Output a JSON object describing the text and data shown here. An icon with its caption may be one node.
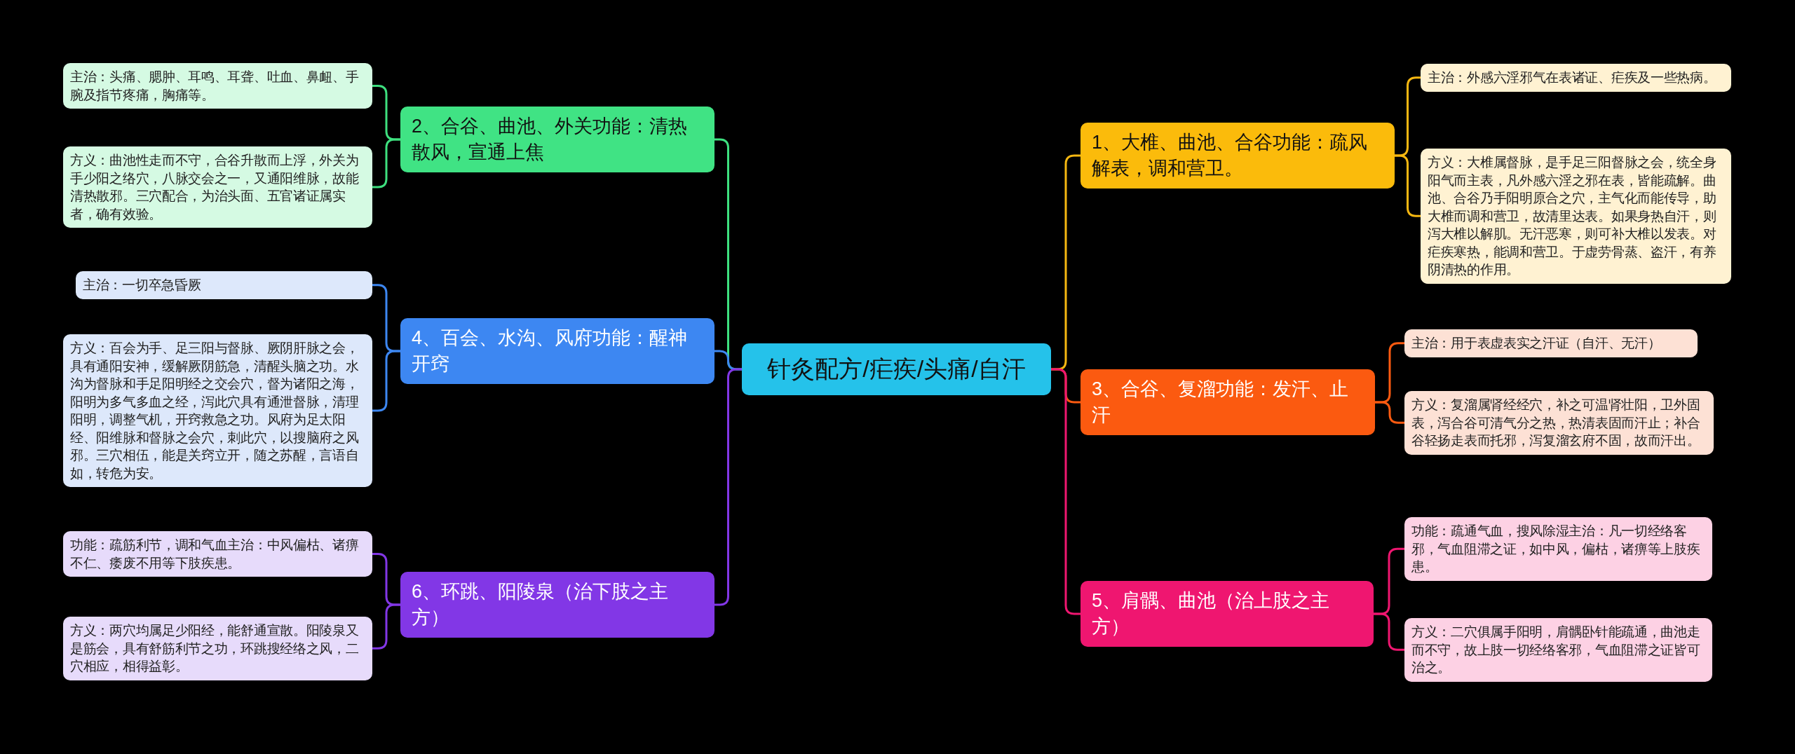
{
  "diagram": {
    "nodes": [
      {
        "text": [
          "针灸配方/疟疾/头痛/自汗"
        ]
      },
      {
        "text": [
          "1、大椎、曲池、合谷功能：疏风解表，调和营卫。"
        ]
      },
      {
        "text": [
          "主治：外感六淫邪气在表诸证、疟疾及一些热病。"
        ]
      },
      {
        "text": [
          "方义：大椎属督脉，是手足三阳督脉之会，统全身阳气而主表，凡外感六淫之邪在表，皆能疏解。曲池、合谷乃手阳明原合之穴，主气化而能传导，助大椎而调和营卫，故清里达表。如果身热自汗，则泻大椎以解肌。无汗恶寒，则可补大椎以发表。对疟疾寒热，能调和营卫。于虚劳骨蒸、盗汗，有养阴清热的作用。"
        ]
      },
      {
        "text": [
          "2、合谷、曲池、外关功能：清热散风，宣通上焦"
        ]
      },
      {
        "text": [
          "主治：头痛、腮肿、耳鸣、耳聋、吐血、鼻衄、手腕及指节疼痛，胸痛等。"
        ]
      },
      {
        "text": [
          "方义：曲池性走而不守，合谷升散而上浮，外关为手少阳之络穴，八脉交会之一，又通阳维脉，故能清热散邪。三穴配合，为治头面、五官诸证属实者，确有效验。"
        ]
      },
      {
        "text": [
          "3、合谷、复溜功能：发汗、止汗"
        ]
      },
      {
        "text": [
          "主治：用于表虚表实之汗证（自汗、无汗）"
        ]
      },
      {
        "text": [
          "方义：复溜属肾经经穴，补之可温肾壮阳，卫外固表，泻合谷可清气分之热，热清表固而汗止；补合谷轻扬走表而托邪，泻复溜玄府不固，故而汗出。"
        ]
      },
      {
        "text": [
          "4、百会、水沟、风府功能：醒神开窍"
        ]
      },
      {
        "text": [
          "主治：一切卒急昏厥"
        ]
      },
      {
        "text": [
          "方义：百会为手、足三阳与督脉、厥阴肝脉之会，具有通阳安神，缓解厥阴筋急，清醒头脑之功。水沟为督脉和手足阳明经之交会穴，督为诸阳之海，阳明为多气多血之经，泻此穴具有通泄督脉，清理阳明，调整气机，开窍救急之功。风府为足太阳经、阳维脉和督脉之会穴，刺此穴，以搜脑府之风邪。三穴相伍，能是关窍立开，随之苏醒，言语自如，转危为安。"
        ]
      },
      {
        "text": [
          "5、肩髃、曲池（治上肢之主方）"
        ]
      },
      {
        "text": [
          "功能：疏通气血，搜风除湿主治：凡一切经络客邪，气血阻滞之证，如中风，偏枯，诸痹等上肢疾患。"
        ]
      },
      {
        "text": [
          "方义：二穴俱属手阳明，肩髃卧针能疏通，曲池走而不守，故上肢一切经络客邪，气血阻滞之证皆可治之。"
        ]
      },
      {
        "text": [
          "6、环跳、阳陵泉（治下肢之主方）"
        ]
      },
      {
        "text": [
          "功能：疏筋利节，调和气血主治：中风偏枯、诸痹不仁、痿废不用等下肢疾患。"
        ]
      },
      {
        "text": [
          "方义：两穴均属足少阳经，能舒通宣散。阳陵泉又是筋会，具有舒筋利节之功，环跳搜经络之风，二穴相应，相得益彰。"
        ]
      }
    ],
    "edges": [
      {
        "from": 0,
        "to": 1,
        "arrow": "none",
        "color": "#f5b711"
      },
      {
        "from": 1,
        "to": 2,
        "arrow": "none",
        "color": "#f5b711"
      },
      {
        "from": 1,
        "to": 3,
        "arrow": "none",
        "color": "#f5b711"
      },
      {
        "from": 0,
        "to": 4,
        "arrow": "none",
        "color": "#3ee07f"
      },
      {
        "from": 4,
        "to": 5,
        "arrow": "none",
        "color": "#3ee07f"
      },
      {
        "from": 4,
        "to": 6,
        "arrow": "none",
        "color": "#3ee07f"
      },
      {
        "from": 0,
        "to": 7,
        "arrow": "none",
        "color": "#fb5a10"
      },
      {
        "from": 7,
        "to": 8,
        "arrow": "none",
        "color": "#fb5a10"
      },
      {
        "from": 7,
        "to": 9,
        "arrow": "none",
        "color": "#fb5a10"
      },
      {
        "from": 0,
        "to": 10,
        "arrow": "none",
        "color": "#3d87f2"
      },
      {
        "from": 10,
        "to": 11,
        "arrow": "none",
        "color": "#3d87f2"
      },
      {
        "from": 10,
        "to": 12,
        "arrow": "none",
        "color": "#3d87f2"
      },
      {
        "from": 0,
        "to": 13,
        "arrow": "none",
        "color": "#ef1670"
      },
      {
        "from": 13,
        "to": 14,
        "arrow": "none",
        "color": "#ef1670"
      },
      {
        "from": 13,
        "to": 15,
        "arrow": "none",
        "color": "#ef1670"
      },
      {
        "from": 0,
        "to": 16,
        "arrow": "none",
        "color": "#8237e6"
      },
      {
        "from": 16,
        "to": 17,
        "arrow": "none",
        "color": "#8237e6"
      },
      {
        "from": 16,
        "to": 18,
        "arrow": "none",
        "color": "#8237e6"
      }
    ]
  }
}
